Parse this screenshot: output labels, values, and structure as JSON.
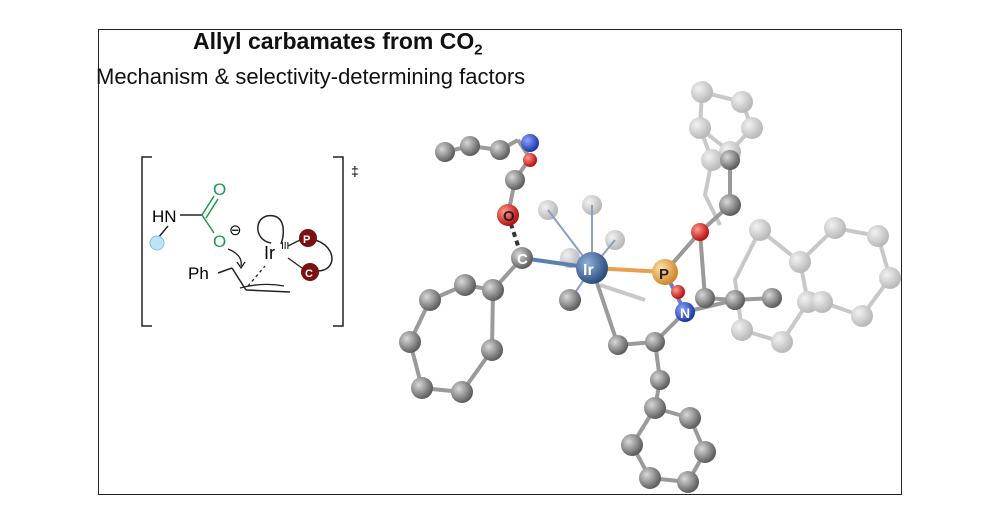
{
  "title": {
    "text": "Allyl carbamates from CO",
    "sub": "2"
  },
  "subtitle": "Mechanism & selectivity-determining factors",
  "scheme": {
    "dagger": "‡",
    "hn": "HN",
    "o_top": "O",
    "o_bottom": "O",
    "minus": "⊖",
    "ir": "Ir",
    "ir_ox": "III",
    "p": "P",
    "c": "C",
    "ph": "Ph"
  },
  "model": {
    "o": "O",
    "c": "C",
    "ir": "Ir",
    "p": "P",
    "n": "N"
  },
  "colors": {
    "green": "#1a9a4a",
    "carbon": "#7a7a7a",
    "oxygen": "#e8403a",
    "nitrogen": "#2b4fd6",
    "phosphorus": "#f0a040",
    "iridium": "#3e6aa8",
    "ligand_dark": "#7a1010"
  }
}
